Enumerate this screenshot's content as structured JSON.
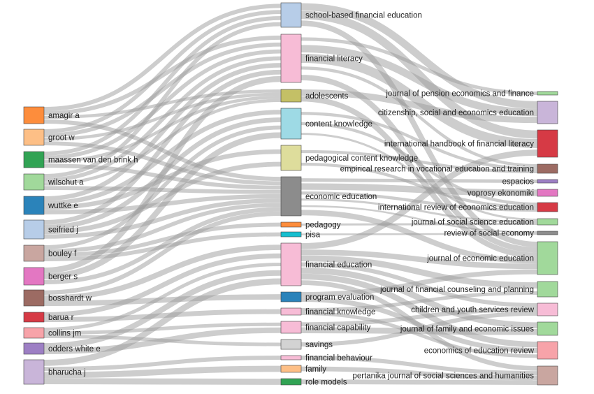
{
  "sankey": {
    "left_nodes": [
      {
        "label": "amagir a",
        "color": "#fd8d3c"
      },
      {
        "label": "groot w",
        "color": "#fdbf86"
      },
      {
        "label": "maassen van den brink h",
        "color": "#31a354"
      },
      {
        "label": "wilschut a",
        "color": "#a1d99b"
      },
      {
        "label": "wuttke e",
        "color": "#2b83ba"
      },
      {
        "label": "seifried j",
        "color": "#b7cde8"
      },
      {
        "label": "bouley f",
        "color": "#c9a6a0"
      },
      {
        "label": "berger s",
        "color": "#e377c2"
      },
      {
        "label": "bosshardt w",
        "color": "#9c6b63"
      },
      {
        "label": "barua r",
        "color": "#d63a45"
      },
      {
        "label": "collins jm",
        "color": "#f7a3a9"
      },
      {
        "label": "odders white e",
        "color": "#9d7fc4"
      },
      {
        "label": "bharucha j",
        "color": "#c9b5d9"
      }
    ],
    "middle_nodes": [
      {
        "label": "school-based financial education",
        "color": "#b7cde8"
      },
      {
        "label": "financial literacy",
        "color": "#f7bcd6"
      },
      {
        "label": "adolescents",
        "color": "#c4c066"
      },
      {
        "label": "content knowledge",
        "color": "#9edae5"
      },
      {
        "label": "pedagogical content knowledge",
        "color": "#dedd9c"
      },
      {
        "label": "economic education",
        "color": "#8c8c8c"
      },
      {
        "label": "pedagogy",
        "color": "#fd8d3c"
      },
      {
        "label": "pisa",
        "color": "#17becf"
      },
      {
        "label": "financial education",
        "color": "#f7bcd6"
      },
      {
        "label": "program evaluation",
        "color": "#2b83ba"
      },
      {
        "label": "financial knowledge",
        "color": "#f7bcd6"
      },
      {
        "label": "financial capability",
        "color": "#f7bcd6"
      },
      {
        "label": "savings",
        "color": "#d3d3d3"
      },
      {
        "label": "financial behaviour",
        "color": "#f7bcd6"
      },
      {
        "label": "family",
        "color": "#fdbf86"
      },
      {
        "label": "role models",
        "color": "#31a354"
      }
    ],
    "right_nodes": [
      {
        "label": "journal of pension economics and finance",
        "color": "#a1d99b"
      },
      {
        "label": "citizenship, social and economics education",
        "color": "#c9b5d9"
      },
      {
        "label": "international handbook of financial literacy",
        "color": "#d63a45"
      },
      {
        "label": "empirical research in vocational education and training",
        "color": "#9c6b63"
      },
      {
        "label": "espacios",
        "color": "#9d7fc4"
      },
      {
        "label": "voprosy ekonomiki",
        "color": "#e377c2"
      },
      {
        "label": "international review of economics education",
        "color": "#d63a45"
      },
      {
        "label": "journal of social science education",
        "color": "#a1d99b"
      },
      {
        "label": "review of social economy",
        "color": "#8c8c8c"
      },
      {
        "label": "journal of economic education",
        "color": "#a1d99b"
      },
      {
        "label": "journal of financial counseling and planning",
        "color": "#a1d99b"
      },
      {
        "label": "children and youth services review",
        "color": "#f7bcd6"
      },
      {
        "label": "journal of family and economic issues",
        "color": "#a1d99b"
      },
      {
        "label": "economics of education review",
        "color": "#f7a3a9"
      },
      {
        "label": "pertanika journal of social sciences and humanities",
        "color": "#c9a6a0"
      }
    ],
    "links_left_middle": [
      [
        "amagir a",
        "school-based financial education"
      ],
      [
        "amagir a",
        "financial literacy"
      ],
      [
        "amagir a",
        "adolescents"
      ],
      [
        "amagir a",
        "economic education"
      ],
      [
        "groot w",
        "school-based financial education"
      ],
      [
        "groot w",
        "financial literacy"
      ],
      [
        "groot w",
        "adolescents"
      ],
      [
        "groot w",
        "economic education"
      ],
      [
        "maassen van den brink h",
        "school-based financial education"
      ],
      [
        "maassen van den brink h",
        "financial literacy"
      ],
      [
        "maassen van den brink h",
        "adolescents"
      ],
      [
        "maassen van den brink h",
        "economic education"
      ],
      [
        "wilschut a",
        "school-based financial education"
      ],
      [
        "wilschut a",
        "financial literacy"
      ],
      [
        "wilschut a",
        "adolescents"
      ],
      [
        "wilschut a",
        "economic education"
      ],
      [
        "wuttke e",
        "content knowledge"
      ],
      [
        "wuttke e",
        "pedagogical content knowledge"
      ],
      [
        "wuttke e",
        "economic education"
      ],
      [
        "wuttke e",
        "financial literacy"
      ],
      [
        "seifried j",
        "content knowledge"
      ],
      [
        "seifried j",
        "pedagogical content knowledge"
      ],
      [
        "seifried j",
        "economic education"
      ],
      [
        "seifried j",
        "financial literacy"
      ],
      [
        "bouley f",
        "content knowledge"
      ],
      [
        "bouley f",
        "economic education"
      ],
      [
        "bouley f",
        "pedagogy"
      ],
      [
        "bouley f",
        "pisa"
      ],
      [
        "berger s",
        "content knowledge"
      ],
      [
        "berger s",
        "economic education"
      ],
      [
        "berger s",
        "financial literacy"
      ],
      [
        "bosshardt w",
        "economic education"
      ],
      [
        "bosshardt w",
        "financial education"
      ],
      [
        "bosshardt w",
        "program evaluation"
      ],
      [
        "barua r",
        "financial education"
      ],
      [
        "barua r",
        "financial knowledge"
      ],
      [
        "collins jm",
        "financial education"
      ],
      [
        "collins jm",
        "financial capability"
      ],
      [
        "collins jm",
        "savings"
      ],
      [
        "odders white e",
        "financial education"
      ],
      [
        "odders white e",
        "financial capability"
      ],
      [
        "bharucha j",
        "financial behaviour"
      ],
      [
        "bharucha j",
        "family"
      ],
      [
        "bharucha j",
        "role models"
      ],
      [
        "bharucha j",
        "financial education"
      ]
    ],
    "links_middle_right": [
      [
        "school-based financial education",
        "citizenship, social and economics education"
      ],
      [
        "school-based financial education",
        "international handbook of financial literacy"
      ],
      [
        "school-based financial education",
        "journal of economic education"
      ],
      [
        "financial literacy",
        "journal of pension economics and finance"
      ],
      [
        "financial literacy",
        "citizenship, social and economics education"
      ],
      [
        "financial literacy",
        "international handbook of financial literacy"
      ],
      [
        "financial literacy",
        "empirical research in vocational education and training"
      ],
      [
        "financial literacy",
        "journal of economic education"
      ],
      [
        "adolescents",
        "citizenship, social and economics education"
      ],
      [
        "adolescents",
        "journal of economic education"
      ],
      [
        "content knowledge",
        "empirical research in vocational education and training"
      ],
      [
        "content knowledge",
        "international review of economics education"
      ],
      [
        "content knowledge",
        "journal of social science education"
      ],
      [
        "pedagogical content knowledge",
        "empirical research in vocational education and training"
      ],
      [
        "pedagogical content knowledge",
        "international review of economics education"
      ],
      [
        "economic education",
        "espacios"
      ],
      [
        "economic education",
        "voprosy ekonomiki"
      ],
      [
        "economic education",
        "international review of economics education"
      ],
      [
        "economic education",
        "journal of social science education"
      ],
      [
        "economic education",
        "review of social economy"
      ],
      [
        "economic education",
        "journal of economic education"
      ],
      [
        "pedagogy",
        "journal of social science education"
      ],
      [
        "pisa",
        "review of social economy"
      ],
      [
        "financial education",
        "international handbook of financial literacy"
      ],
      [
        "financial education",
        "journal of economic education"
      ],
      [
        "financial education",
        "journal of financial counseling and planning"
      ],
      [
        "financial education",
        "children and youth services review"
      ],
      [
        "financial education",
        "journal of family and economic issues"
      ],
      [
        "financial education",
        "economics of education review"
      ],
      [
        "financial education",
        "pertanika journal of social sciences and humanities"
      ],
      [
        "program evaluation",
        "journal of economic education"
      ],
      [
        "program evaluation",
        "economics of education review"
      ],
      [
        "financial knowledge",
        "journal of financial counseling and planning"
      ],
      [
        "financial knowledge",
        "economics of education review"
      ],
      [
        "financial capability",
        "children and youth services review"
      ],
      [
        "financial capability",
        "journal of family and economic issues"
      ],
      [
        "savings",
        "children and youth services review"
      ],
      [
        "financial behaviour",
        "pertanika journal of social sciences and humanities"
      ],
      [
        "family",
        "pertanika journal of social sciences and humanities"
      ],
      [
        "role models",
        "pertanika journal of social sciences and humanities"
      ]
    ]
  }
}
